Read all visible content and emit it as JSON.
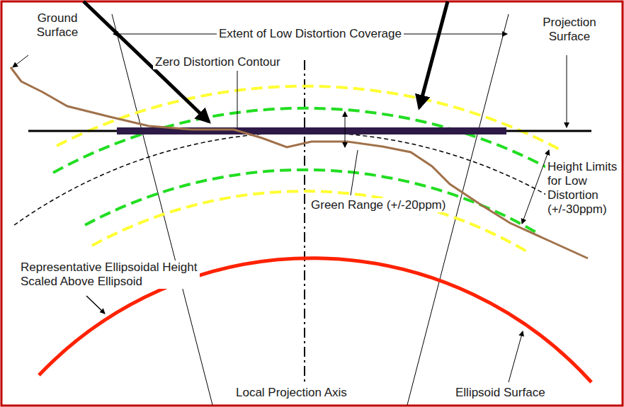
{
  "diagram": {
    "labels": [
      "Ground Surface",
      "Extent of Low Distortion Coverage",
      "Projection Surface",
      "Zero Distortion Contour",
      "Green Range (+/-20ppm)",
      "Height Limits for Low Distortion (+/-30ppm)",
      "Representative Ellipsoidal Height Scaled Above Ellipsoid",
      "Local Projection Axis",
      "Ellipsoid Surface"
    ]
  }
}
